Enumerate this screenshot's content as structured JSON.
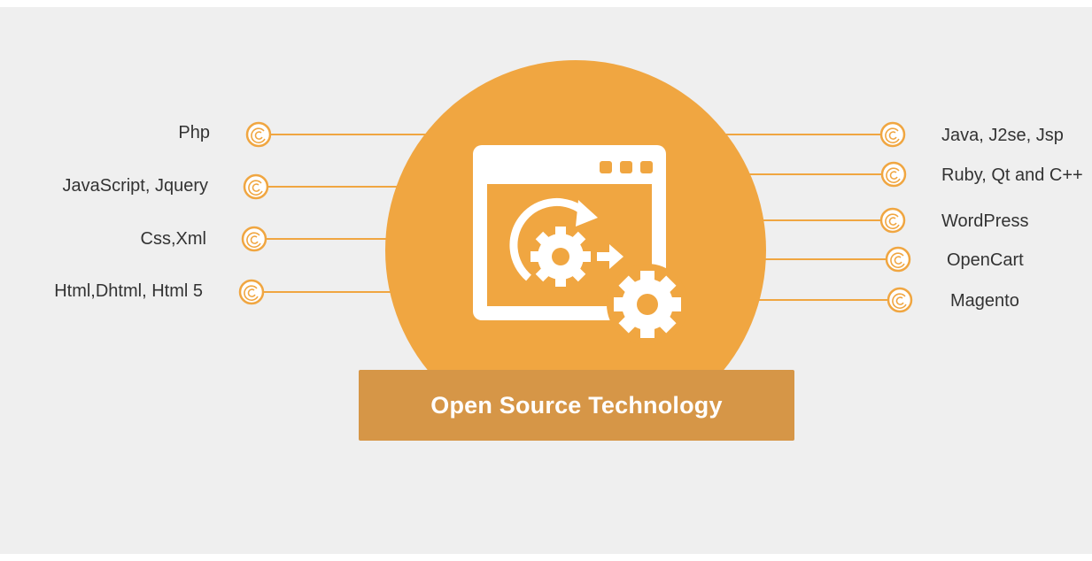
{
  "title": "Open Source Technology",
  "left_items": [
    {
      "label": "Php"
    },
    {
      "label": "JavaScript, Jquery"
    },
    {
      "label": "Css,Xml"
    },
    {
      "label": "Html,Dhtml, Html 5"
    }
  ],
  "right_items": [
    {
      "label": "Java, J2se, Jsp"
    },
    {
      "label": "Ruby, Qt and C++"
    },
    {
      "label": "WordPress"
    },
    {
      "label": "OpenCart"
    },
    {
      "label": "Magento"
    }
  ],
  "colors": {
    "background": "#efefef",
    "circle": "#f0a641",
    "title_box": "#d69647",
    "connector": "#f0a641",
    "text": "#333333",
    "icon": "#ffffff"
  },
  "icons": {
    "center": "browser-gears-icon",
    "bullet": "spiral-bullet-icon"
  }
}
